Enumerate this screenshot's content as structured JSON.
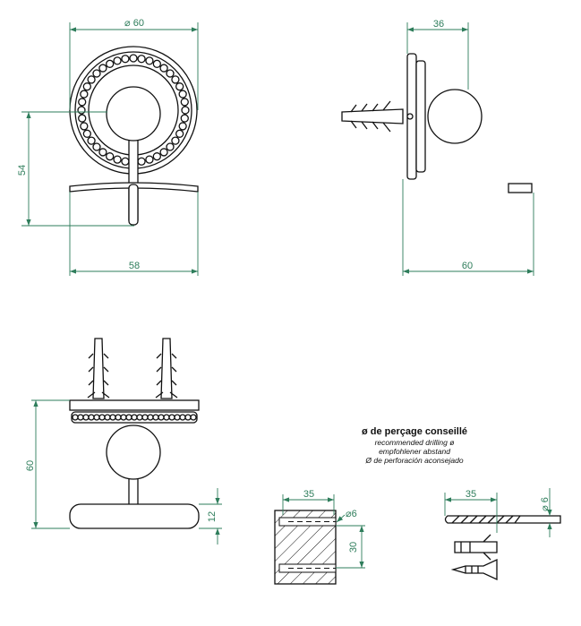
{
  "front_view": {
    "diameter_label": "⌀ 60",
    "height_label": "54",
    "width_label": "58"
  },
  "side_view": {
    "depth_label": "36",
    "length_label": "60"
  },
  "top_view": {
    "height_label": "60",
    "base_label": "12"
  },
  "drilling_note": {
    "title": "ø de perçage conseillé",
    "lines": [
      "recommended drilling ø",
      "empfohlener abstand",
      "Ø de perforación aconsejado"
    ]
  },
  "wall_block": {
    "depth_label": "35",
    "diameter_label": "⌀6",
    "spacing_label": "30"
  },
  "drill": {
    "depth_label": "35",
    "diameter_label": "⌀ 6"
  },
  "colors": {
    "dimension": "#2e7d5b",
    "outline": "#111111"
  }
}
